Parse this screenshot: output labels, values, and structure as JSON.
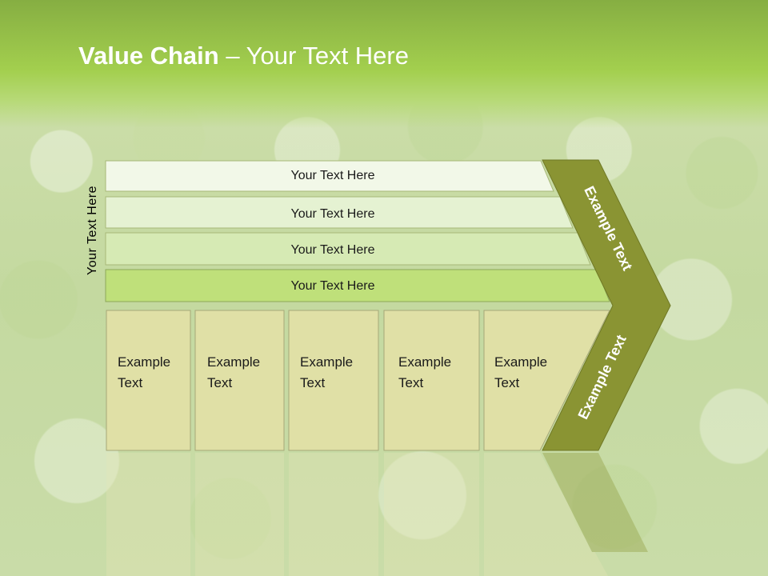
{
  "title": {
    "bold": "Value Chain",
    "rest": " – Your Text Here"
  },
  "side_label": "Your Text Here",
  "bars": [
    "Your Text Here",
    "Your Text Here",
    "Your Text Here",
    "Your Text Here"
  ],
  "cells": [
    {
      "line1": "Example",
      "line2": "Text"
    },
    {
      "line1": "Example",
      "line2": "Text"
    },
    {
      "line1": "Example",
      "line2": "Text"
    },
    {
      "line1": "Example",
      "line2": "Text"
    },
    {
      "line1": "Example",
      "line2": "Text"
    }
  ],
  "chevron": {
    "upper": "Example Text",
    "lower": "Example Text"
  },
  "colors": {
    "bar_fills": [
      "#f2f8e8",
      "#e5f2d2",
      "#d6eab4",
      "#bfe07a"
    ],
    "cell_fill": "#e0e0a6",
    "chevron": "#8a9433",
    "header": "#9fcd4b"
  }
}
